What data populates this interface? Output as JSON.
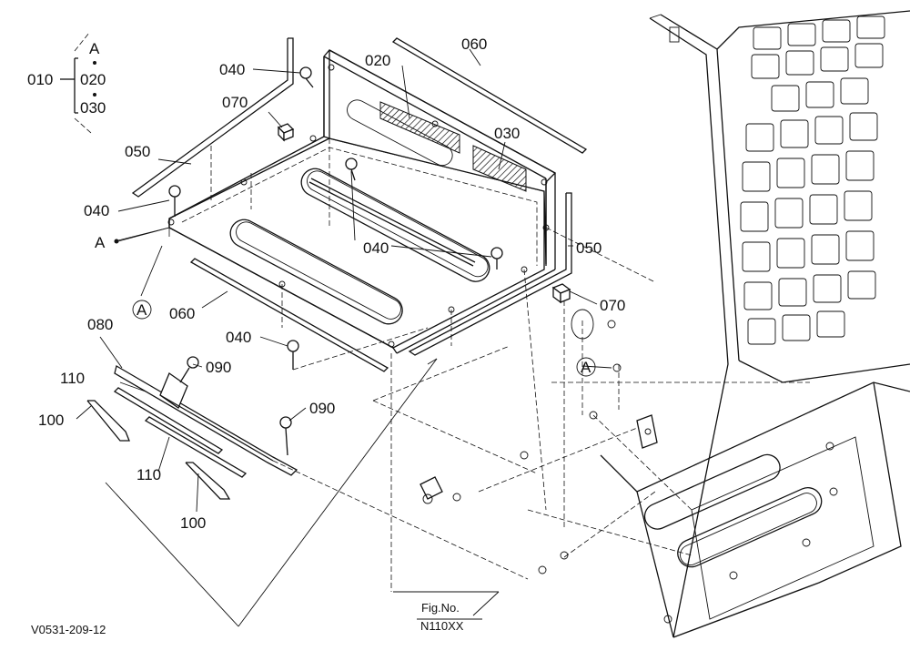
{
  "group": {
    "id": "010",
    "members": [
      "A",
      "020",
      "030"
    ]
  },
  "callouts": {
    "c040_top": "040",
    "c070_top": "070",
    "c020": "020",
    "c060_top": "060",
    "c030": "030",
    "c050_left": "050",
    "c040_left": "040",
    "c040_mid": "040",
    "c050_right": "050",
    "c060_bottom": "060",
    "c070_right": "070",
    "c040_bottom": "040",
    "c080": "080",
    "c090_a": "090",
    "c110_a": "110",
    "c100_a": "100",
    "c090_b": "090",
    "c110_b": "110",
    "c100_b": "100"
  },
  "markers": {
    "point_a": "A",
    "circle_a_left": "A",
    "circle_a_right": "A"
  },
  "figure": {
    "line1": "Fig.No.",
    "line2": "N110XX"
  },
  "drawing_code": "V0531-209-12"
}
